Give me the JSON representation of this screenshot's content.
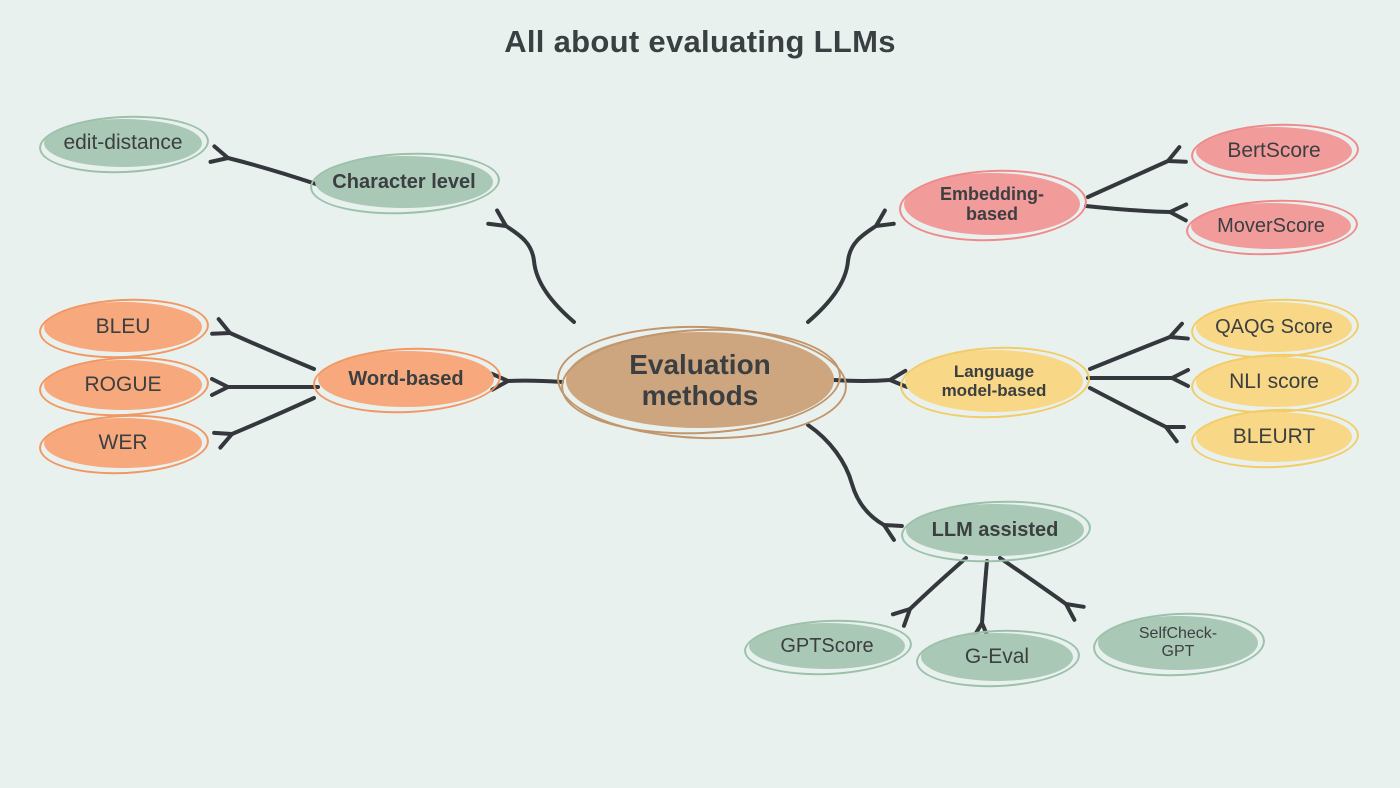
{
  "title": "All about evaluating LLMs",
  "colors": {
    "background": "#e9f1ef",
    "arrow": "#34383c",
    "text": "#3c3f41",
    "green": "#a9c8b6",
    "orange": "#f7a87c",
    "pink": "#f19b9b",
    "yellow": "#f8d786",
    "tan": "#cda57f"
  },
  "diagram": {
    "center": {
      "label": "Evaluation\nmethods"
    },
    "branches": [
      {
        "id": "character-level",
        "label": "Character level",
        "children": [
          {
            "label": "edit-distance"
          }
        ]
      },
      {
        "id": "word-based",
        "label": "Word-based",
        "children": [
          {
            "label": "BLEU"
          },
          {
            "label": "ROGUE"
          },
          {
            "label": "WER"
          }
        ]
      },
      {
        "id": "embedding-based",
        "label": "Embedding-\nbased",
        "children": [
          {
            "label": "BertScore"
          },
          {
            "label": "MoverScore"
          }
        ]
      },
      {
        "id": "language-model-based",
        "label": "Language\nmodel-based",
        "children": [
          {
            "label": "QAQG Score"
          },
          {
            "label": "NLI score"
          },
          {
            "label": "BLEURT"
          }
        ]
      },
      {
        "id": "llm-assisted",
        "label": "LLM assisted",
        "children": [
          {
            "label": "GPTScore"
          },
          {
            "label": "G-Eval"
          },
          {
            "label": "SelfCheck-\nGPT"
          }
        ]
      }
    ]
  }
}
